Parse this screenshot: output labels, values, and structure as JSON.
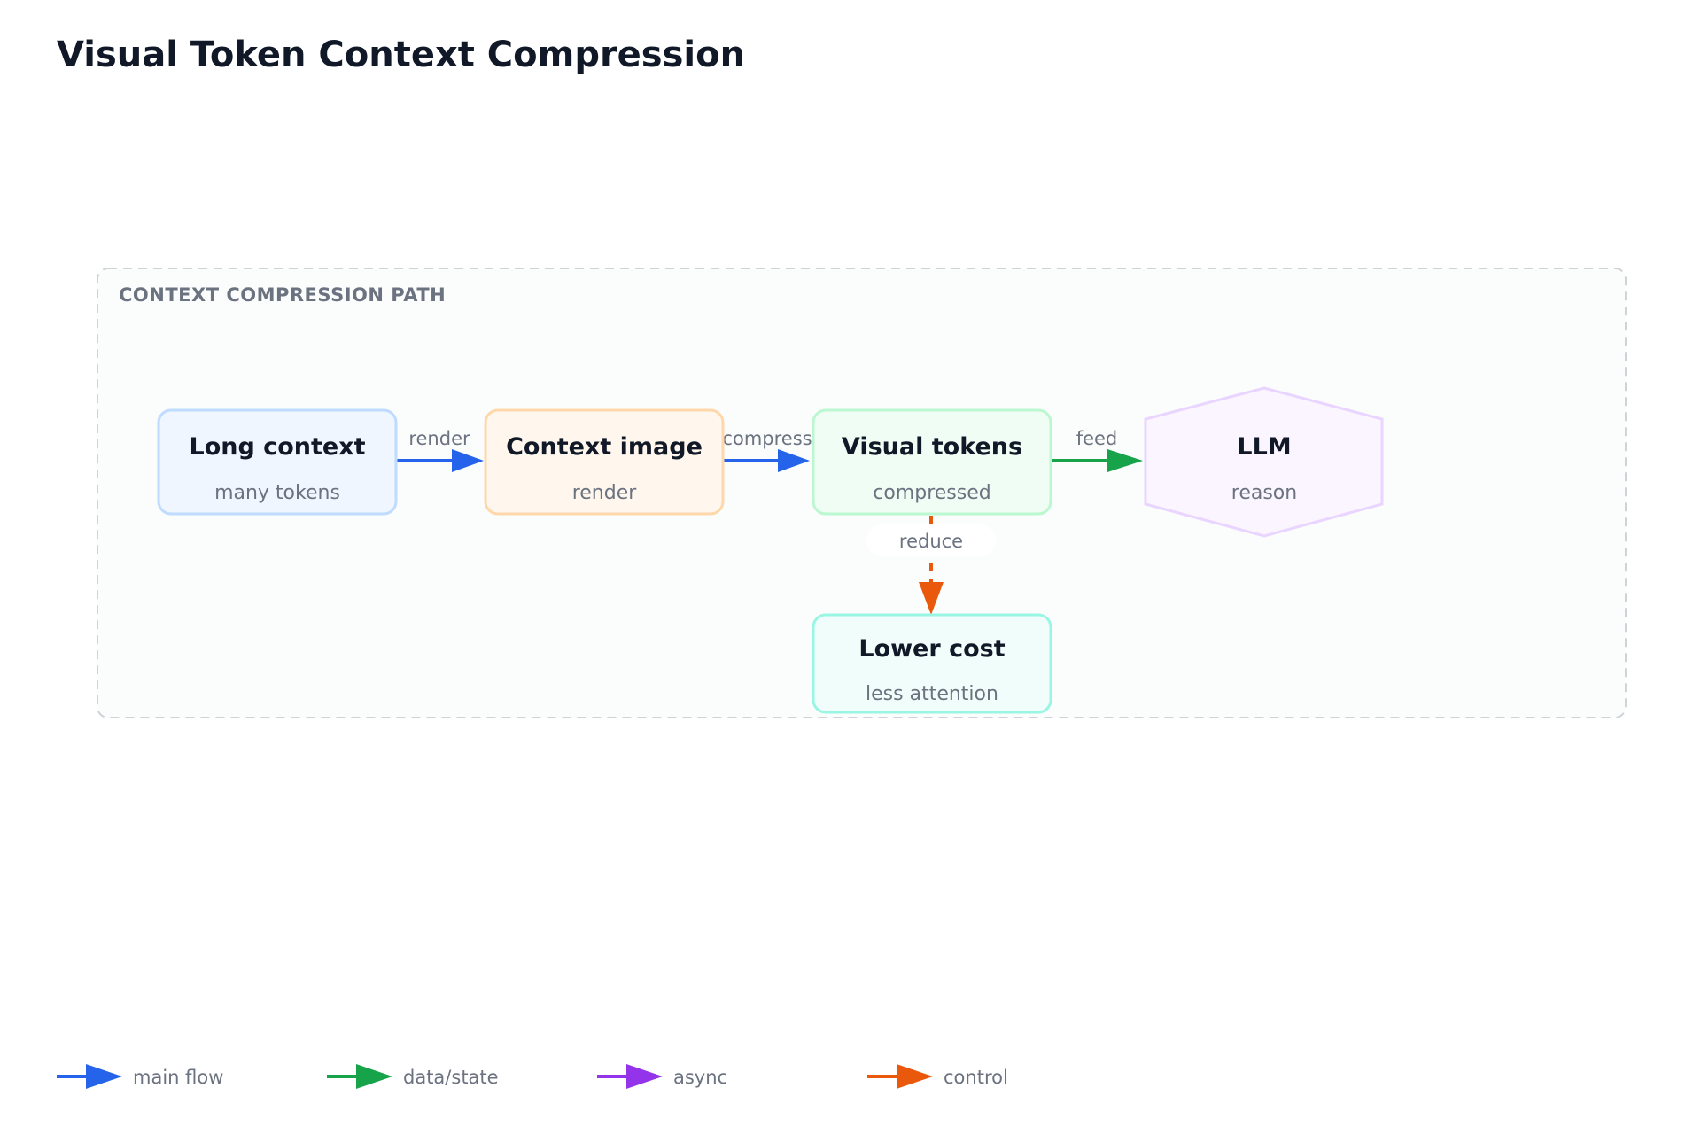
{
  "title": "Visual Token Context Compression",
  "group": {
    "label": "CONTEXT COMPRESSION PATH"
  },
  "colors": {
    "main_flow": "#2563eb",
    "data_state": "#16a34a",
    "async": "#9333ea",
    "control": "#ea580c",
    "text_dark": "#111827",
    "text_muted": "#6b7280"
  },
  "nodes": {
    "long_context": {
      "title": "Long context",
      "subtitle": "many tokens"
    },
    "context_image": {
      "title": "Context image",
      "subtitle": "render"
    },
    "visual_tokens": {
      "title": "Visual tokens",
      "subtitle": "compressed"
    },
    "llm": {
      "title": "LLM",
      "subtitle": "reason"
    },
    "lower_cost": {
      "title": "Lower cost",
      "subtitle": "less attention"
    }
  },
  "edges": {
    "render": {
      "label": "render",
      "kind": "main flow"
    },
    "compress": {
      "label": "compress",
      "kind": "main flow"
    },
    "feed": {
      "label": "feed",
      "kind": "data/state"
    },
    "reduce": {
      "label": "reduce",
      "kind": "control"
    }
  },
  "legend": [
    {
      "label": "main flow",
      "color": "#2563eb"
    },
    {
      "label": "data/state",
      "color": "#16a34a"
    },
    {
      "label": "async",
      "color": "#9333ea"
    },
    {
      "label": "control",
      "color": "#ea580c"
    }
  ]
}
